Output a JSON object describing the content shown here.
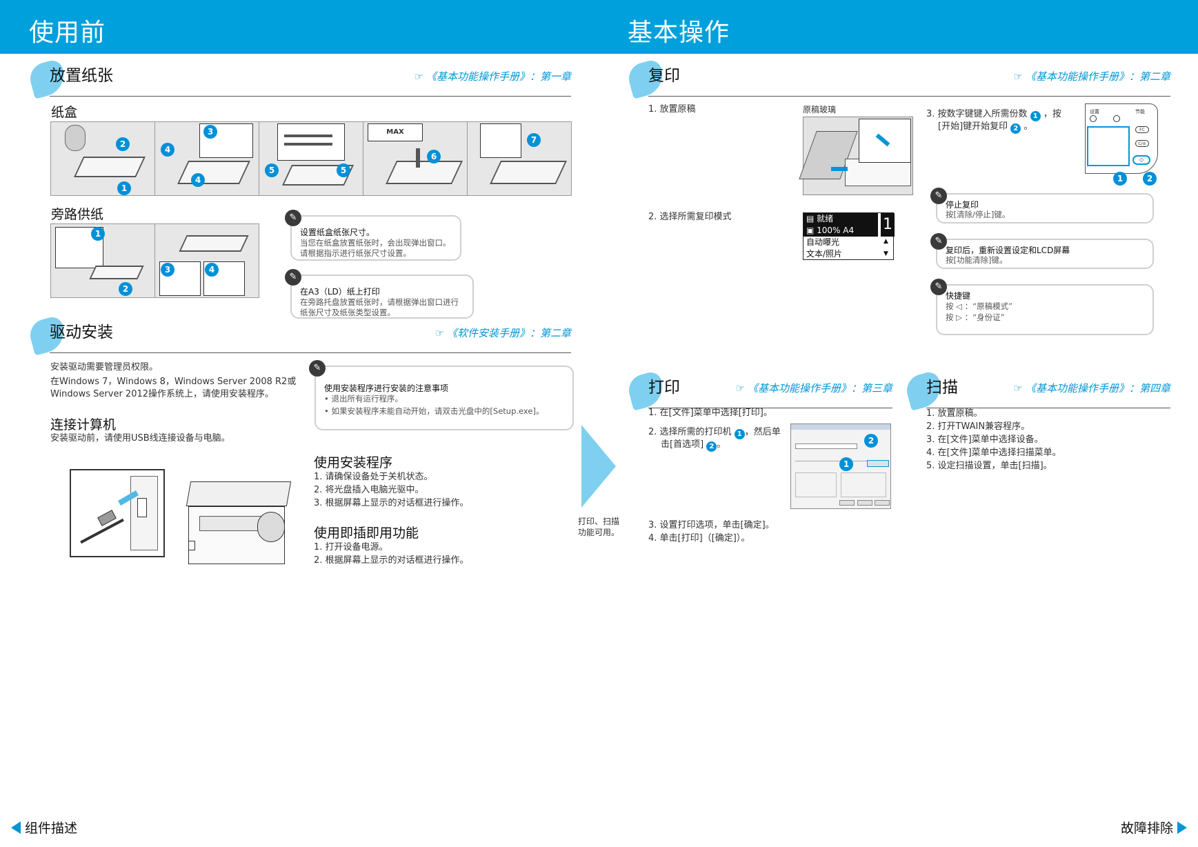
{
  "header": {
    "left_title": "使用前",
    "right_title": "基本操作"
  },
  "paper": {
    "title": "放置纸张",
    "ref": "《基本功能操作手册》：第一章",
    "tray_title": "纸盒",
    "bypass_title": "旁路供纸",
    "tray_max_label": "MAX",
    "note1": {
      "title": "设置纸盒纸张尺寸。",
      "lines": [
        "当您在纸盒放置纸张时，会出现弹出窗口。",
        "请根据指示进行纸张尺寸设置。"
      ]
    },
    "note2": {
      "title": "在A3（LD）纸上打印",
      "lines": [
        "在旁路托盘放置纸张时，请根据弹出窗口进行",
        "纸张尺寸及纸张类型设置。"
      ]
    }
  },
  "driver": {
    "title": "驱动安装",
    "ref": "《软件安装手册》：第二章",
    "intro": [
      "安装驱动需要管理员权限。",
      "在Windows 7，Windows 8，Windows Server 2008 R2或",
      "Windows Server 2012操作系统上，请使用安装程序。"
    ],
    "note": {
      "title": "使用安装程序进行安装的注意事项",
      "lines": [
        "• 退出所有运行程序。",
        "• 如果安装程序未能自动开始，请双击光盘中的[Setup.exe]。"
      ]
    },
    "connect_title": "连接计算机",
    "connect_text": "安装驱动前，请使用USB线连接设备与电脑。",
    "installer_title": "使用安装程序",
    "installer_steps": [
      "1.  请确保设备处于关机状态。",
      "2.  将光盘插入电脑光驱中。",
      "3.  根据屏幕上显示的对话框进行操作。"
    ],
    "pnp_title": "使用即插即用功能",
    "pnp_steps": [
      "1.  打开设备电源。",
      "2.  根据屏幕上显示的对话框进行操作。"
    ]
  },
  "middle_note": [
    "打印、扫描",
    "功能可用。"
  ],
  "copy": {
    "title": "复印",
    "ref": "《基本功能操作手册》：第二章",
    "step1": "1.  放置原稿",
    "glass_label": "原稿玻璃",
    "step2": "2.  选择所需复印模式",
    "step3": [
      "3.  按数字键键入所需份数",
      "，按",
      "[开始]键开始复印",
      "。"
    ],
    "lcd": {
      "row1": "就绪",
      "row2": "100%  A4",
      "row3": "自动曝光",
      "row4": "文本/照片",
      "count": "1"
    },
    "note_stop": {
      "title": "停止复印",
      "line": "按[清除/停止]键。"
    },
    "note_reset": {
      "title": "复印后，重新设置设定和LCD屏幕",
      "line": "按[功能清除]键。"
    },
    "note_shortcut": {
      "title": "快捷键",
      "lines": [
        "按 ◁ ：“原稿模式”",
        "按 ▷ ：“身份证”"
      ]
    },
    "keypad_labels": {
      "top_left": "设置",
      "top_right": "节能",
      "fc": "FC",
      "cs": "C/⊘",
      "start": "◇"
    }
  },
  "print": {
    "title": "打印",
    "ref": "《基本功能操作手册》：第三章",
    "steps_a": [
      "1.  在[文件]菜单中选择[打印]。"
    ],
    "step2": [
      "2.  选择所需的打印机",
      "，然后单",
      "击[首选项]",
      "。"
    ],
    "steps_b": [
      "3.  设置打印选项，单击[确定]。",
      "4.  单击[打印]（[确定]）。"
    ]
  },
  "scan": {
    "title": "扫描",
    "ref": "《基本功能操作手册》：第四章",
    "steps": [
      "1.  放置原稿。",
      "2.  打开TWAIN兼容程序。",
      "3.  在[文件]菜单中选择设备。",
      "4.  在[文件]菜单中选择扫描菜单。",
      "5.  设定扫描设置，单击[扫描]。"
    ]
  },
  "badges": [
    "1",
    "2",
    "3",
    "4",
    "5",
    "6",
    "7"
  ],
  "nav": {
    "prev": "组件描述",
    "next": "故障排除"
  }
}
